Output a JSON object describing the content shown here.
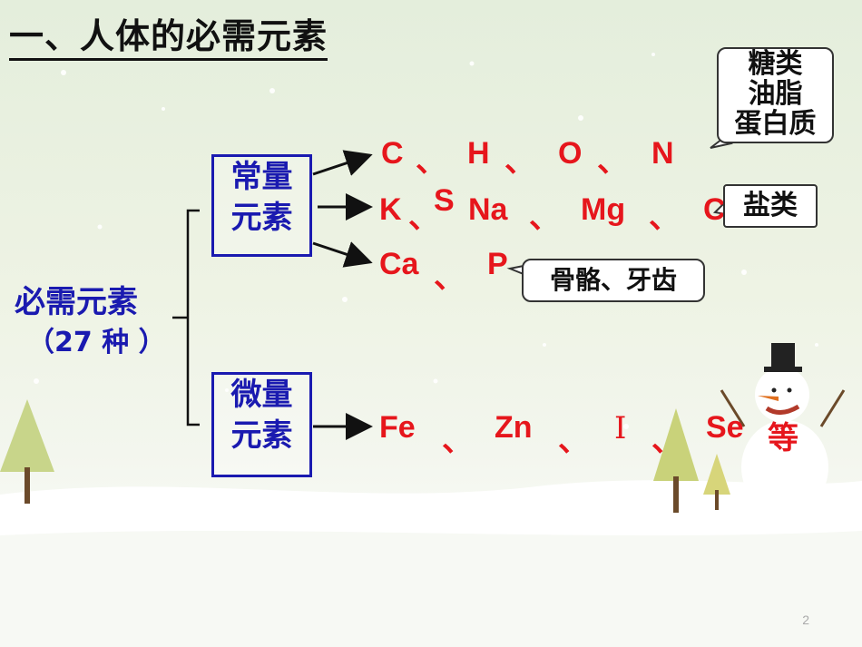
{
  "slide": {
    "title": "一、人体的必需元素",
    "main_label": "必需元素",
    "main_count": "（27 种 ）",
    "macro_label": "常量元素",
    "macro_line1": "常量",
    "macro_line2": "元素",
    "trace_line1": "微量",
    "trace_line2": "元素",
    "row1": {
      "e1": "C",
      "e2": "H",
      "e3": "O",
      "e4": "N"
    },
    "row2": {
      "e1": "K",
      "e1b": "S",
      "e2": "Na",
      "e3": "Mg",
      "e4": "C"
    },
    "row3": {
      "e1": "Ca",
      "e2": "P"
    },
    "row4": {
      "e1": "Fe",
      "e2": "Zn",
      "e3": "I",
      "e4": "Se",
      "e5": "等"
    },
    "sep": "、",
    "callout1": {
      "l1": "糖类",
      "l2": "油脂",
      "l3": "蛋白质"
    },
    "callout2": "盐类",
    "callout3": "骨骼、牙齿",
    "page_number": "2"
  },
  "colors": {
    "blue": "#1a1ab0",
    "red": "#e6161c",
    "snow": "#ffffff"
  }
}
